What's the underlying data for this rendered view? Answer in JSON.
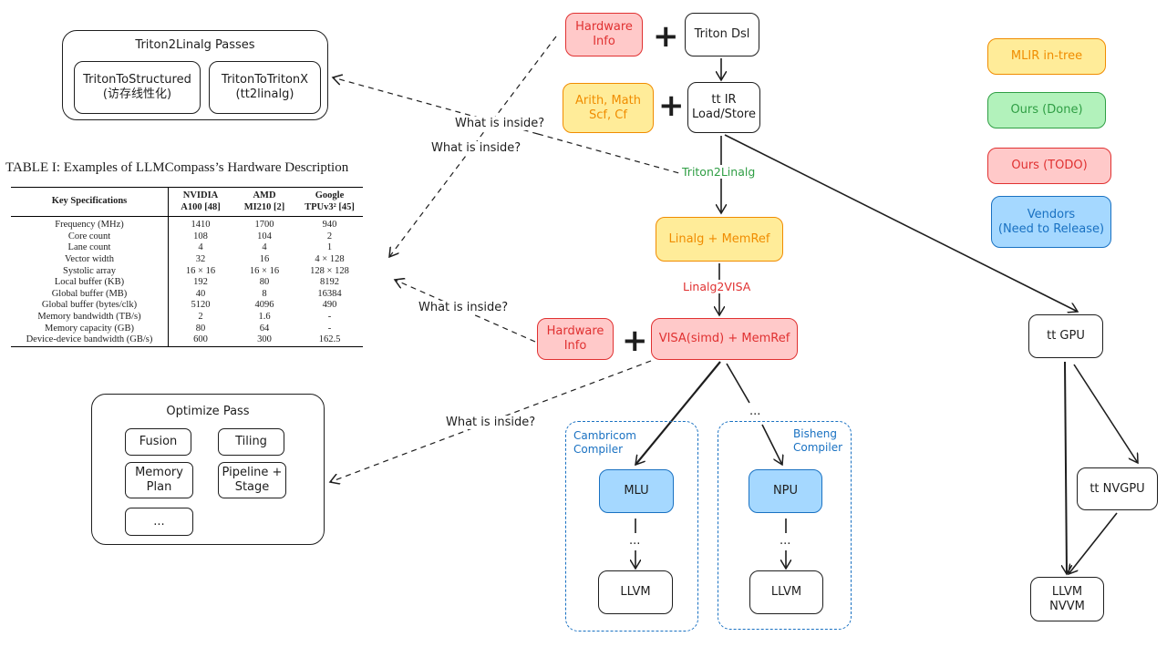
{
  "passes_panel": {
    "title": "Triton2Linalg Passes",
    "items": [
      "TritonToStructured\n(访存线性化)",
      "TritonToTritonX\n(tt2linalg)"
    ]
  },
  "table": {
    "caption": "TABLE I: Examples of LLMCompass’s Hardware Description",
    "headers": [
      "Key Specifications",
      "NVIDIA\nA100 [48]",
      "AMD\nMI210 [2]",
      "Google\nTPUv3² [45]"
    ],
    "rows": [
      [
        "Frequency (MHz)",
        "1410",
        "1700",
        "940"
      ],
      [
        "Core count",
        "108",
        "104",
        "2"
      ],
      [
        "Lane count",
        "4",
        "4",
        "1"
      ],
      [
        "Vector width",
        "32",
        "16",
        "4 × 128"
      ],
      [
        "Systolic array",
        "16 × 16",
        "16 × 16",
        "128 × 128"
      ],
      [
        "Local buffer (KB)",
        "192",
        "80",
        "8192"
      ],
      [
        "Global buffer (MB)",
        "40",
        "8",
        "16384"
      ],
      [
        "Global buffer (bytes/clk)",
        "5120",
        "4096",
        "490"
      ],
      [
        "Memory bandwidth (TB/s)",
        "2",
        "1.6",
        "-"
      ],
      [
        "Memory capacity (GB)",
        "80",
        "64",
        "-"
      ],
      [
        "Device-device bandwidth (GB/s)",
        "600",
        "300",
        "162.5"
      ]
    ]
  },
  "optimize_panel": {
    "title": "Optimize Pass",
    "items": [
      "Fusion",
      "Tiling",
      "Memory\nPlan",
      "Pipeline +\nStage",
      "..."
    ]
  },
  "questions": [
    "What is inside?",
    "What is inside?",
    "What is inside?",
    "What is inside?"
  ],
  "flow": {
    "hw_info_top": "Hardware\nInfo",
    "triton_dsl": "Triton Dsl",
    "arith": "Arith, Math\nScf, Cf",
    "tt_ir": "tt IR\nLoad/Store",
    "triton2linalg": "Triton2Linalg",
    "linalg_memref": "Linalg + MemRef",
    "linalg2visa": "Linalg2VISA",
    "hw_info_mid": "Hardware\nInfo",
    "visa": "VISA(simd) + MemRef",
    "ellipsis": "...",
    "plus": "+",
    "cambricon_title": "Cambricom\nCompiler",
    "mlu": "MLU",
    "mlu_dots": "...",
    "llvm_left": "LLVM",
    "bisheng_title": "Bisheng\nCompiler",
    "npu": "NPU",
    "npu_dots": "...",
    "llvm_mid": "LLVM",
    "tt_gpu": "tt GPU",
    "tt_nvgpu": "tt NVGPU",
    "llvm_nvvm": "LLVM\nNVVM"
  },
  "legend": {
    "items": [
      {
        "label": "MLIR in-tree",
        "color": "#ffec99"
      },
      {
        "label": "Ours (Done)",
        "color": "#b2f2bb"
      },
      {
        "label": "Ours (TODO)",
        "color": "#ffc9c9"
      },
      {
        "label": "Vendors\n(Need to Release)",
        "color": "#a5d8ff"
      }
    ]
  },
  "colors": {
    "red": "#e03131",
    "yellow": "#f08c00",
    "green": "#2f9e44",
    "blue": "#1971c2"
  }
}
